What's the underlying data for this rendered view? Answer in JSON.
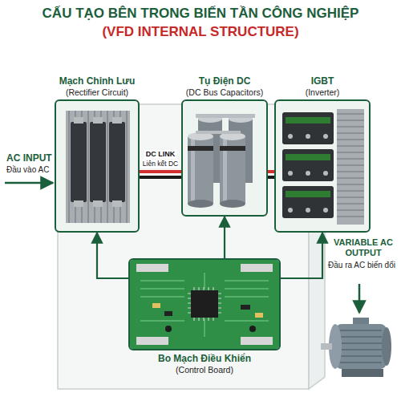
{
  "diagram": {
    "title": "CẤU TẠO BÊN TRONG BIẾN TẦN CÔNG NGHIỆP",
    "nodes": [
      {
        "text": [
          "Mạch Chỉnh Lưu",
          "(Rectifier Circuit)"
        ]
      },
      {
        "text": [
          "Tụ Điện DC",
          "(DC Bus Capacitors)"
        ]
      },
      {
        "text": [
          "IGBT",
          "(Inverter)"
        ]
      },
      {
        "text": [
          "Bo Mạch Điều Khiển",
          "(Control Board)"
        ]
      }
    ],
    "edges": [
      {
        "from": 0,
        "to": 1,
        "arrow": "none",
        "label": "DC LINK"
      },
      {
        "from": 1,
        "to": 2,
        "arrow": "none"
      },
      {
        "from": 3,
        "to": 0,
        "arrow": "to"
      },
      {
        "from": 3,
        "to": 1,
        "arrow": "to"
      },
      {
        "from": 3,
        "to": 2,
        "arrow": "to"
      }
    ],
    "labels": [
      "(VFD INTERNAL STRUCTURE)",
      "AC INPUT",
      "Đầu vào AC",
      "Liên kết DC",
      "VARIABLE AC OUTPUT",
      "Đầu ra AC biến đổi"
    ]
  }
}
